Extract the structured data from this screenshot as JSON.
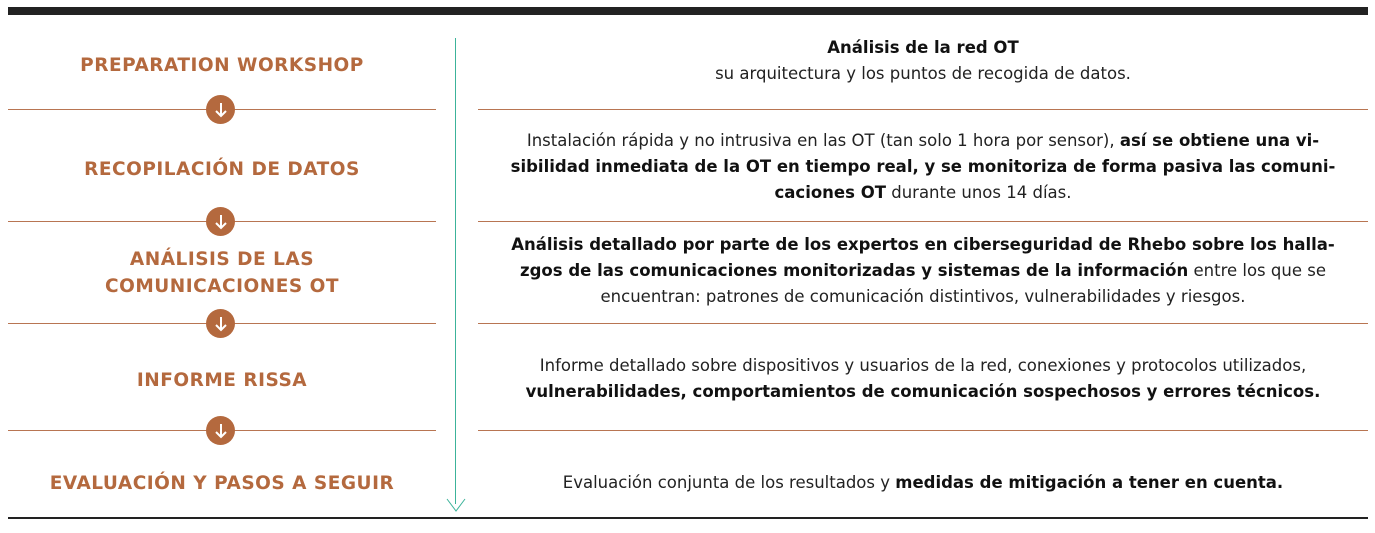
{
  "steps": [
    {
      "label": "PREPARATION WORKSHOP",
      "desc_title": "Análisis de la red OT",
      "desc_text": "su arquitectura y los puntos de recogida de datos."
    },
    {
      "label": "RECOPILACIÓN DE DATOS",
      "desc_a": "Instalación rápida y no intrusiva en las OT (tan solo 1 hora por sensor),",
      "desc_b": "así se obtiene una vi-",
      "desc_c": "sibilidad inmediata de la OT en tiempo real, y se monitoriza de forma pasiva las comuni-",
      "desc_d": "caciones OT",
      "desc_e": "durante unos 14 días."
    },
    {
      "label_line1": "ANÁLISIS DE LAS",
      "label_line2": "COMUNICACIONES OT",
      "desc_a": "Análisis detallado por parte de los expertos en ciberseguridad de Rhebo  sobre los halla-",
      "desc_b": "zgos de las comunicaciones monitorizadas y sistemas de la información",
      "desc_c": "entre los que se",
      "desc_d": "encuentran: patrones de comunicación distintivos, vulnerabilidades y riesgos."
    },
    {
      "label": "INFORME RISSA",
      "desc_a": "Informe detallado sobre dispositivos y usuarios de la red, conexiones y protocolos utilizados,",
      "desc_b": "vulnerabilidades, comportamientos de comunicación sospechosos y errores técnicos."
    },
    {
      "label": "EVALUACIÓN Y PASOS A SEGUIR",
      "desc_a": "Evaluación conjunta de los resultados y",
      "desc_b": "medidas de mitigación a tener en cuenta."
    }
  ],
  "colors": {
    "accent": "#b4693e",
    "timeline": "#3cb39a",
    "rule": "#222222"
  },
  "icons": {
    "step_arrow": "arrow-down-icon",
    "timeline_end": "chevron-down-icon"
  }
}
